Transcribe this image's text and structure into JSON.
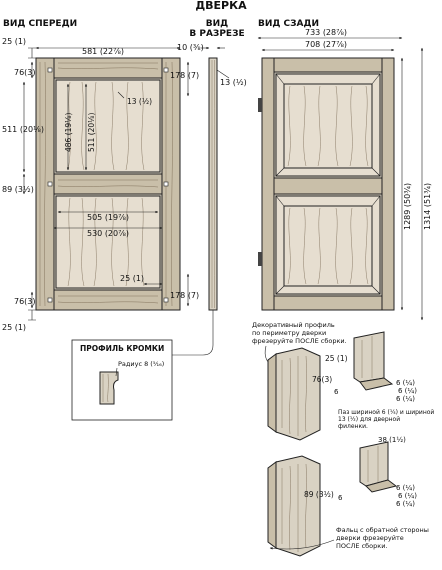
{
  "title": "ДВЕРКА",
  "views": {
    "front": "ВИД СПЕРЕДИ",
    "section_line1": "ВИД",
    "section_line2": "В РАЗРЕЗЕ",
    "back": "ВИД СЗАДИ"
  },
  "front_dims": {
    "top_overhang": "25 (1)",
    "top_rail": "76(3)",
    "width": "581 (22⅞)",
    "stile_height": "511 (20⅛)",
    "panel_height": "486 (19⅛)",
    "panel_height2": "511 (20⅛)",
    "rebate": "13 (½)",
    "mid_rail": "89 (3½)",
    "panel_width": "505 (19⅞)",
    "opening_width": "530 (20⅞)",
    "stile_width": "25 (1)",
    "bottom_rail": "76(3)",
    "bottom_overhang": "25 (1)",
    "side_178_top": "178 (7)",
    "side_178_bottom": "178 (7)"
  },
  "section_dims": {
    "thickness": "10 (⅜)",
    "groove": "13 (½)"
  },
  "back_dims": {
    "outer_width": "733 (28⅞)",
    "inner_width": "708 (27⅞)",
    "inner_height": "1289 (50¾)",
    "outer_height": "1314 (51¾)"
  },
  "profile_box": {
    "title": "ПРОФИЛЬ КРОМКИ",
    "radius": "Радиус 8 (⁵⁄₁₆)"
  },
  "details": {
    "note_top": [
      "Декоративный профиль",
      "по периметру дверки",
      "фрезеруйте ПОСЛЕ сборки."
    ],
    "d_25": "25 (1)",
    "d_76": "76(3)",
    "d_6a": "6",
    "d_6b": "6 (¼)",
    "d_6c": "6 (¼)",
    "d_6d": "6 (¼)",
    "note_mid": [
      "Паз шириной 6 (¼) и шириной",
      "13 (½) для дверной",
      "филенки."
    ],
    "d_38": "38 (1½)",
    "d_89": "89 (3½)",
    "d_6e": "6",
    "d_6f": "6 (¼)",
    "d_6g": "6 (¼)",
    "d_6h": "6 (¼)",
    "note_bottom": [
      "Фальц с обратной стороны",
      "дверки фрезеруйте",
      "ПОСЛЕ сборки."
    ]
  }
}
